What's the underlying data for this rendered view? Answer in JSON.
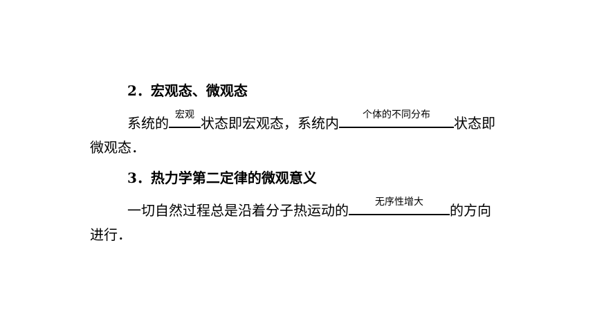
{
  "section2": {
    "heading": "2．宏观态、微观态",
    "p1_a": "系统的",
    "blank1": "宏观",
    "p1_b": "状态即宏观态，系统内",
    "blank2": "个体的不同分布",
    "p1_c": "状态即",
    "p2": "微观态．"
  },
  "section3": {
    "heading": "3．热力学第二定律的微观意义",
    "p1_a": "一切自然过程总是沿着分子热运动的",
    "blank1": "无序性增大",
    "p1_b": "的方向",
    "p2": "进行．"
  }
}
